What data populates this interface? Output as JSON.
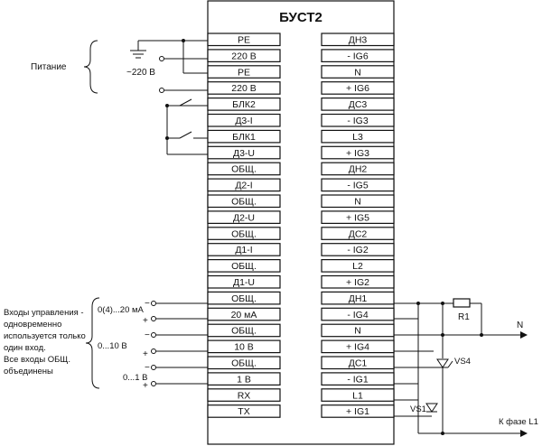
{
  "device_title": "БУСТ2",
  "left_terminals": [
    "PE",
    "220 В",
    "PE",
    "220 В",
    "БЛК2",
    "Д3-I",
    "БЛК1",
    "Д3-U",
    "ОБЩ.",
    "Д2-I",
    "ОБЩ.",
    "Д2-U",
    "ОБЩ.",
    "Д1-I",
    "ОБЩ.",
    "Д1-U",
    "ОБЩ.",
    "20 мА",
    "ОБЩ.",
    "10 В",
    "ОБЩ.",
    "1 В",
    "RX",
    "TX"
  ],
  "right_terminals": [
    "ДН3",
    "- IG6",
    "N",
    "+ IG6",
    "ДС3",
    "- IG3",
    "L3",
    "+ IG3",
    "ДН2",
    "- IG5",
    "N",
    "+ IG5",
    "ДС2",
    "- IG2",
    "L2",
    "+ IG2",
    "ДН1",
    "- IG4",
    "N",
    "+ IG4",
    "ДС1",
    "- IG1",
    "L1",
    "+ IG1"
  ],
  "power": {
    "label": "Питание",
    "voltage": "~220 В"
  },
  "inputs": {
    "description": [
      "Входы управления -",
      "одновременно",
      "используется только",
      "один вход.",
      "Все входы ОБЩ.",
      "объединены"
    ],
    "range_20ma": "0(4)...20 мА",
    "range_10v": "0...10 В",
    "range_1v": "0...1 В",
    "minus": "−",
    "plus": "+"
  },
  "components": {
    "r1": "R1",
    "vs4": "VS4",
    "vs1": "VS1"
  },
  "outputs": {
    "n": "N",
    "l1": "К фазе L1"
  }
}
